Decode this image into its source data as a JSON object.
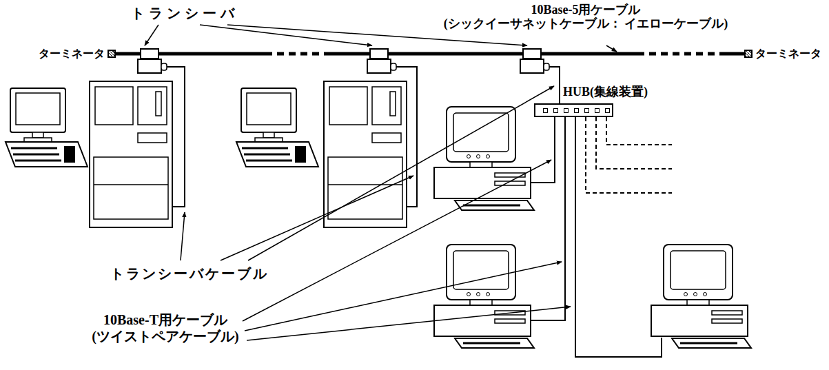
{
  "diagram": {
    "nodes": [
      {
        "text": [
          "ターミネータ"
        ]
      },
      {
        "text": [
          "ターミネータ"
        ]
      },
      {
        "text": [
          "HUB(集線装置)"
        ]
      }
    ],
    "edges": [
      {
        "from": 0,
        "to": 1,
        "arrow": "none"
      }
    ],
    "labels": [
      "10Base-5用ケーブル (シックイーサネットケーブル： イエローケーブル)",
      "トランシーバ",
      "トランシーバケーブル",
      "10Base-T用ケーブル (ツイストペアケーブル)"
    ]
  }
}
